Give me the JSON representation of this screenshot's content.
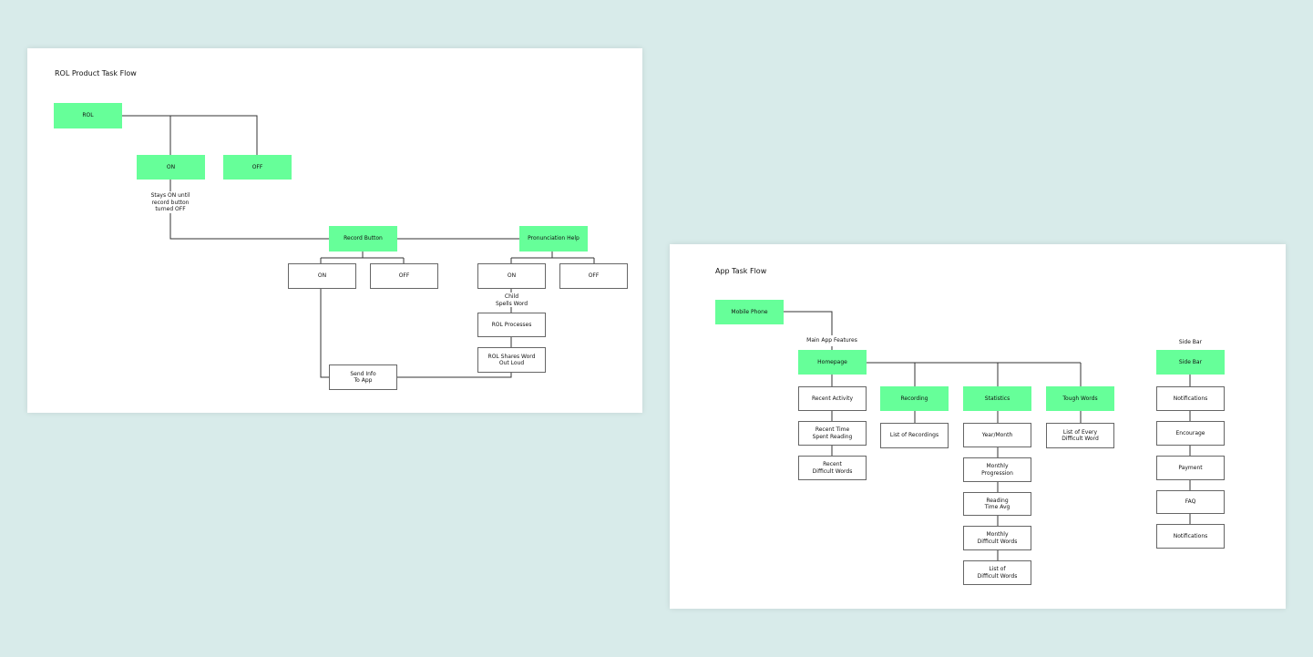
{
  "rol_flow": {
    "title": "ROL Product Task Flow",
    "rol": "ROL",
    "on": "ON",
    "off": "OFF",
    "stays_on_note": "Stays ON until\nrecord button\nturned OFF",
    "record_button": "Record Button",
    "pronunciation_help": "Pronunciation Help",
    "record_on": "ON",
    "record_off": "OFF",
    "pron_on": "ON",
    "pron_off": "OFF",
    "child_spells": "Child\nSpells Word",
    "rol_processes": "ROL Processes",
    "rol_shares": "ROL Shares Word\nOut Loud",
    "send_info": "Send Info\nTo App"
  },
  "app_flow": {
    "title": "App  Task Flow",
    "mobile_phone": "Mobile Phone",
    "main_features_label": "Main App Features",
    "homepage": "Homepage",
    "recent_activity": "Recent Activity",
    "recent_time": "Recent Time\nSpent Reading",
    "recent_words": "Recent\nDifficult Words",
    "recording": "Recording",
    "list_recordings": "List of Recordings",
    "statistics": "Statistics",
    "year_month": "Year/Month",
    "monthly_progression": "Monthly\nProgression",
    "reading_time": "Reading\nTime Avg",
    "monthly_difficult": "Monthly\nDifficult Words",
    "list_difficult": "List of\nDifficult Words",
    "tough_words": "Tough Words",
    "list_every": "List of Every\nDifficult Word",
    "side_bar_label": "Side Bar",
    "side_bar": "Side Bar",
    "notifications_1": "Notifications",
    "encourage": "Encourage",
    "payment": "Payment",
    "faq": "FAQ",
    "notifications_2": "Notifications"
  },
  "colors": {
    "background": "#d8ebea",
    "card": "#ffffff",
    "node_green": "#66ff99",
    "line": "#333333"
  }
}
